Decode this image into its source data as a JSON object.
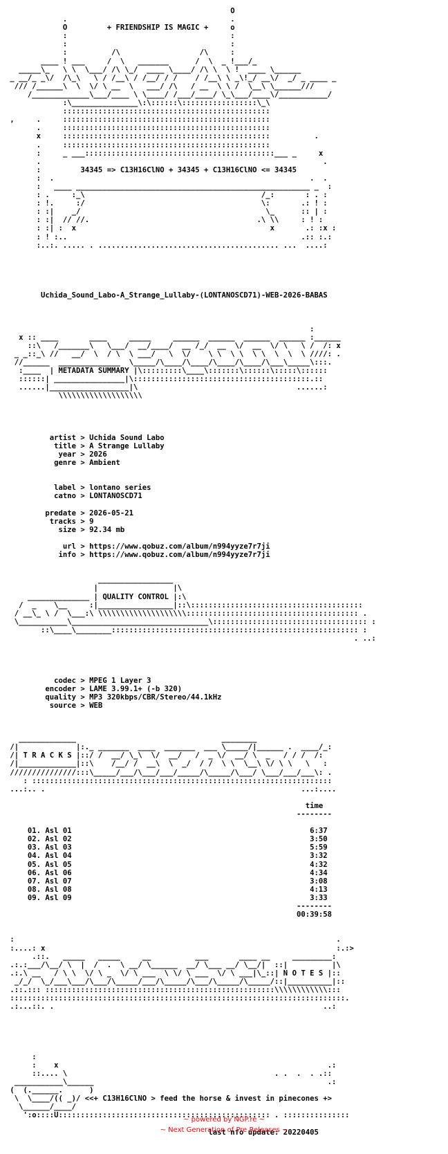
{
  "nfo_lines": [
    "                                                   O",
    "             .                                     .",
    "             O         + FRIENDSHIP IS MAGIC +     o",
    "             :                                     :",
    "             :                                     :",
    "             :          /\\                  /\\     :",
    "        ____ ! ___     /  \\   _______      /  \\  _ !___/_",
    "   _____\\_   \\ \\  \\___/ /\\ \\_/  ____ \\____/ /\\ \\  \\ !  ____ \\______",
    " _ __/_ _\\/  /\\_\\   \\ / /__\\ / /__/ / /    / /__\\ \\ _\\!_/ __\\/  _/ _ ____ _",
    "  /// /______\\  \\  \\/ \\ __  \\   ___/ /\\   / __  \\ \\ /  \\__\\ \\______///",
    "     /_____________\\___/____ \\ \\____/ /___/____/ \\_\\___/____\\/___________/",
    "             :\\_______________\\:\\::::::\\:::::::::::::::::\\_\\",
    "             :::::::::::::::::::::::::::::::::::::::::::::::",
    " ,     .     :::::::::::::::::::::::::::::::::::::::::::::::",
    "       .     :::::::::::::::::::::::::::::::::::::::::::::::",
    "       x     :::::::::::::::::::::::::::::::::::::::::::::::          .",
    "       .     :::::::::::::::::::::::::::::::::::::::::::::::",
    "       :     _ ___:::::::::::::::::::::::::::::::::::::::::::___ _     x",
    "       .                                                                .",
    "       :         34345 => C13H16ClNO + 34345 + C13H16ClNO <= 34345",
    "       :  .                                                          .  .",
    "       :   ____ _____________________________________________________ _  :",
    "       : .     :_\\                                        /_:       : . :",
    "       : !.     :/                                        \\:       .: ! :",
    "       : :|    _/                                          \\_      :: | :",
    "       : :|  // //.                                      .\\ \\\\     : ! :",
    "       : :| :  x                                            x       .: :x :",
    "       : ! :..                                                     .:: :.:",
    "       :..:. ..... . ......................................... ...  ....:",
    "",
    "",
    "",
    "",
    "",
    "        Uchida_Sound_Labo-A_Strange_Lullaby-(LONTANOSCD71)-WEB-2026-BABAS",
    "",
    "",
    "",
    "                                                                     :",
    "   x :: ____       ____     _____     ______  ______  ______  ______ :______",
    "     ::\\   /_______\\   \\___/  __/____/  __ /_/  __  \\/  __  \\/ \\   \\ /  /: x",
    "  _ _::_\\ //   __/  \\  / \\  \\ ___/   \\  \\/    \\ \\  \\ \\  \\ \\  \\  \\  \\ ////: .",
    "  //______  ______________  \\_____/\\____/\\____/\\____/\\____/\\___\\_____\\:::.",
    "   :____  | METADATA SUMMARY |\\:::::::::\\____\\:::::::\\::::::\\:::::\\::::::",
    "   ::::::| ________________|\\::::::::::::::::::::::::::::::::::::::::.::",
    "   ......|__________________|\\                                    ......:",
    "            \\\\\\\\\\\\\\\\\\\\\\\\\\\\\\\\\\\\\\",
    "",
    "",
    "",
    "",
    "          artist > Uchida Sound Labo",
    "           title > A Strange Lullaby",
    "            year > 2026",
    "           genre > Ambient",
    "",
    "",
    "           label > lontano series",
    "           catno > LONTANOSCD71",
    "",
    "         predate > 2026-05-21",
    "          tracks > 9",
    "            size > 92.34 mb",
    "",
    "             url > https://www.qobuz.com/album/n994yyze7r7ji",
    "            info > https://www.qobuz.com/album/n994yyze7r7ji",
    "",
    "",
    "                     _________________",
    "                    |                 |\\",
    "     ______________ | QUALITY CONTROL |:\\",
    "   /  _    \\__     :|_________________|::\\:::::::::::::::::::::::::::::::::::::::",
    "  / __\\_ \\ /  \\___:\\ \\\\\\\\\\\\\\\\\\\\\\\\\\\\\\\\\\\\\\\\::::::::::::::::::::::::::::::::::::::: .",
    "  \\___________\\_______________________________\\::::::::::::::::::::::::::::::::::: :",
    "        ::\\____\\________:::::::::::::::::::::::::::::::::::::::::::::::::::::::: :",
    "                                                                               . ..:",
    "",
    "",
    "",
    "",
    "           codec > MPEG 1 Layer 3",
    "         encoder > LAME 3.99.1+ (-b 320)",
    "         quality > MP3 320kbps/CBR/Stereo/44.1kHz",
    "          source > WEB",
    "",
    "",
    "",
    "   _____________                                 ________",
    " /|             |:._ _______  ____  _______  ___ \\_____/|______ .  ____/_:",
    " /| T R A C K S |::/ /  __/ \\_\\  \\/  __/   /  _ \\/  __/ \\  _   / / /  /:",
    " /|_____________|::\\    /__/ /  __\\  \\  _/  / /  \\ \\  \\__\\ \\/ \\ \\   \\   :",
    " ///////////////:::\\_____/___/\\___/___/_____/\\_____/\\___/ \\___/___/___\\: .",
    "    : ::::::::::::::::::::::::::::::::::::::::::::::::::::::::::::::::::::",
    " ...:.. .                                                          ...:....",
    "",
    "                                                                    time",
    "                                                                  --------",
    "",
    "     01. Asl 01                                                      6:37",
    "     02. Asl 02                                                      3:50",
    "     03. Asl 03                                                      5:59",
    "     04. Asl 04                                                      3:32",
    "     05. Asl 05                                                      4:32",
    "     06. Asl 06                                                      4:34",
    "     07. Asl 07                                                      3:08",
    "     08. Asl 08                                                      4:13",
    "     09. Asl 09                                                      3:33",
    "                                                                  --------",
    "                                                                  00:39:58",
    "",
    "",
    " :                                                                         .",
    " :....: x                                                                  :.:>",
    "      .::.   _____   _____     __          ___       ____ __     _________:",
    " .:.:___/\\__/ \\  |  /  .  \\ __/ \\______  __/ \\___ __/ \\__/|  ::|          |\\",
    " .:.\\ __   / \\ \\  \\/ \\ _  \\/ \\ ___  \\ \\/ \\ ___  \\/ \\ ___|\\_::| N O T E S |::",
    "  _/_/  \\_/___\\___/\\___/\\_____/___/\\_____/\\___/\\_____/\\_____/::|__________|::",
    " .::.::: ::::::::::::::::::::::::::::::::::::::::::::::::::::\\\\\\\\\\\\\\\\\\\\\\\\:::",
    " ::::::::::::::::::::::::::::::::::::::::::::::::::::::::::::::::::::::::::::.",
    " .:...::. .                                                             ..:",
    "",
    "",
    "",
    "",
    "",
    "      :",
    "      :    x                                                             .:",
    "      ::.... \\                                               . .  .  . .::",
    "  ___________\\______                                                     .:",
    " (  (.______.      )",
    "  \\  \\____/(( _)/ <<+ C13H16ClNO > feed the horse & invest in pinecones +>",
    "   \\______/____/",
    "    ':o::::U:::::::::::::::::::::::::::::::::::::::::::::::: . :::::::::::::::",
    "",
    "                                              last nfo update: 20220405"
  ],
  "footer": {
    "line1": "~ powered by NGP.re ~",
    "line2": "~ Next Generation of Pre Releases ~"
  }
}
